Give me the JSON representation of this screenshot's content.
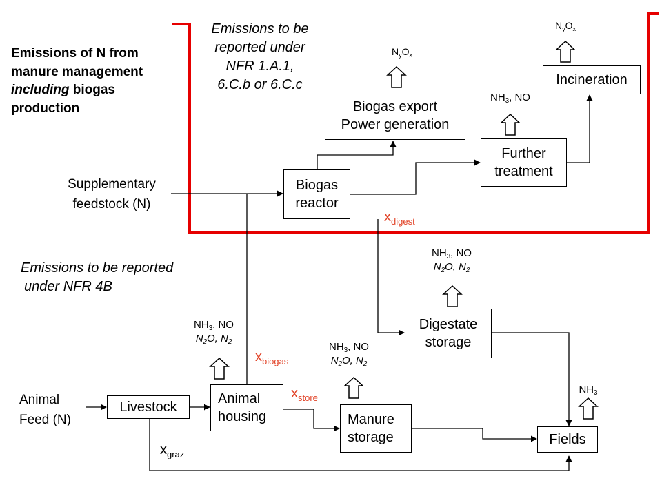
{
  "title": {
    "line1": "Emissions of N from",
    "line2": "manure management",
    "line3_italic": "including",
    "line3_rest": " biogas",
    "line4": "production"
  },
  "upper_region_label": {
    "line1": "Emissions to be",
    "line2": "reported under",
    "line3": "NFR 1.A.1,",
    "line4": "6.C.b or 6.C.c"
  },
  "lower_region_label": {
    "line1": "Emissions to be reported",
    "line2": "under NFR 4B"
  },
  "inputs": {
    "supplementary": {
      "line1": "Supplementary",
      "line2": "feedstock (N)"
    },
    "animal_feed": {
      "line1": "Animal",
      "line2": "Feed (N)"
    }
  },
  "boxes": {
    "incineration": "Incineration",
    "biogas_export": {
      "line1": "Biogas export",
      "line2": "Power generation"
    },
    "further_treatment": {
      "line1": "Further",
      "line2": "treatment"
    },
    "biogas_reactor": {
      "line1": "Biogas",
      "line2": "reactor"
    },
    "digestate_storage": {
      "line1": "Digestate",
      "line2": "storage"
    },
    "livestock": "Livestock",
    "animal_housing": {
      "line1": "Animal",
      "line2": "housing"
    },
    "manure_storage": {
      "line1": "Manure",
      "line2": "storage"
    },
    "fields": "Fields"
  },
  "flow_vars": {
    "digest": {
      "base": "x",
      "sub": "digest"
    },
    "biogas": {
      "base": "x",
      "sub": "biogas"
    },
    "store": {
      "base": "x",
      "sub": "store"
    },
    "graz": {
      "base": "x",
      "sub": "graz"
    }
  },
  "emissions": {
    "incineration": {
      "a": "N",
      "a_sub": "y",
      "b": "O",
      "b_sub": "x"
    },
    "biogas_export": {
      "a": "N",
      "a_sub": "y",
      "b": "O",
      "b_sub": "x"
    },
    "further_treatment": {
      "a": "NH",
      "a_sub": "3",
      "b": ", NO"
    },
    "digestate_storage": {
      "l1a": "NH",
      "l1a_sub": "3",
      "l1b": ", NO",
      "l2a": "N",
      "l2a_sub": "2",
      "l2b": "O, N",
      "l2b_sub": "2"
    },
    "animal_housing": {
      "l1a": "NH",
      "l1a_sub": "3",
      "l1b": ", NO",
      "l2a": "N",
      "l2a_sub": "2",
      "l2b": "O, N",
      "l2b_sub": "2"
    },
    "manure_storage": {
      "l1a": "NH",
      "l1a_sub": "3",
      "l1b": ", NO",
      "l2a": "N",
      "l2a_sub": "2",
      "l2b": "O, N",
      "l2b_sub": "2"
    },
    "fields": {
      "a": "NH",
      "a_sub": "3"
    }
  },
  "colors": {
    "boundary": "#e60000",
    "flow_var": "#e2452a",
    "line": "#000000"
  }
}
